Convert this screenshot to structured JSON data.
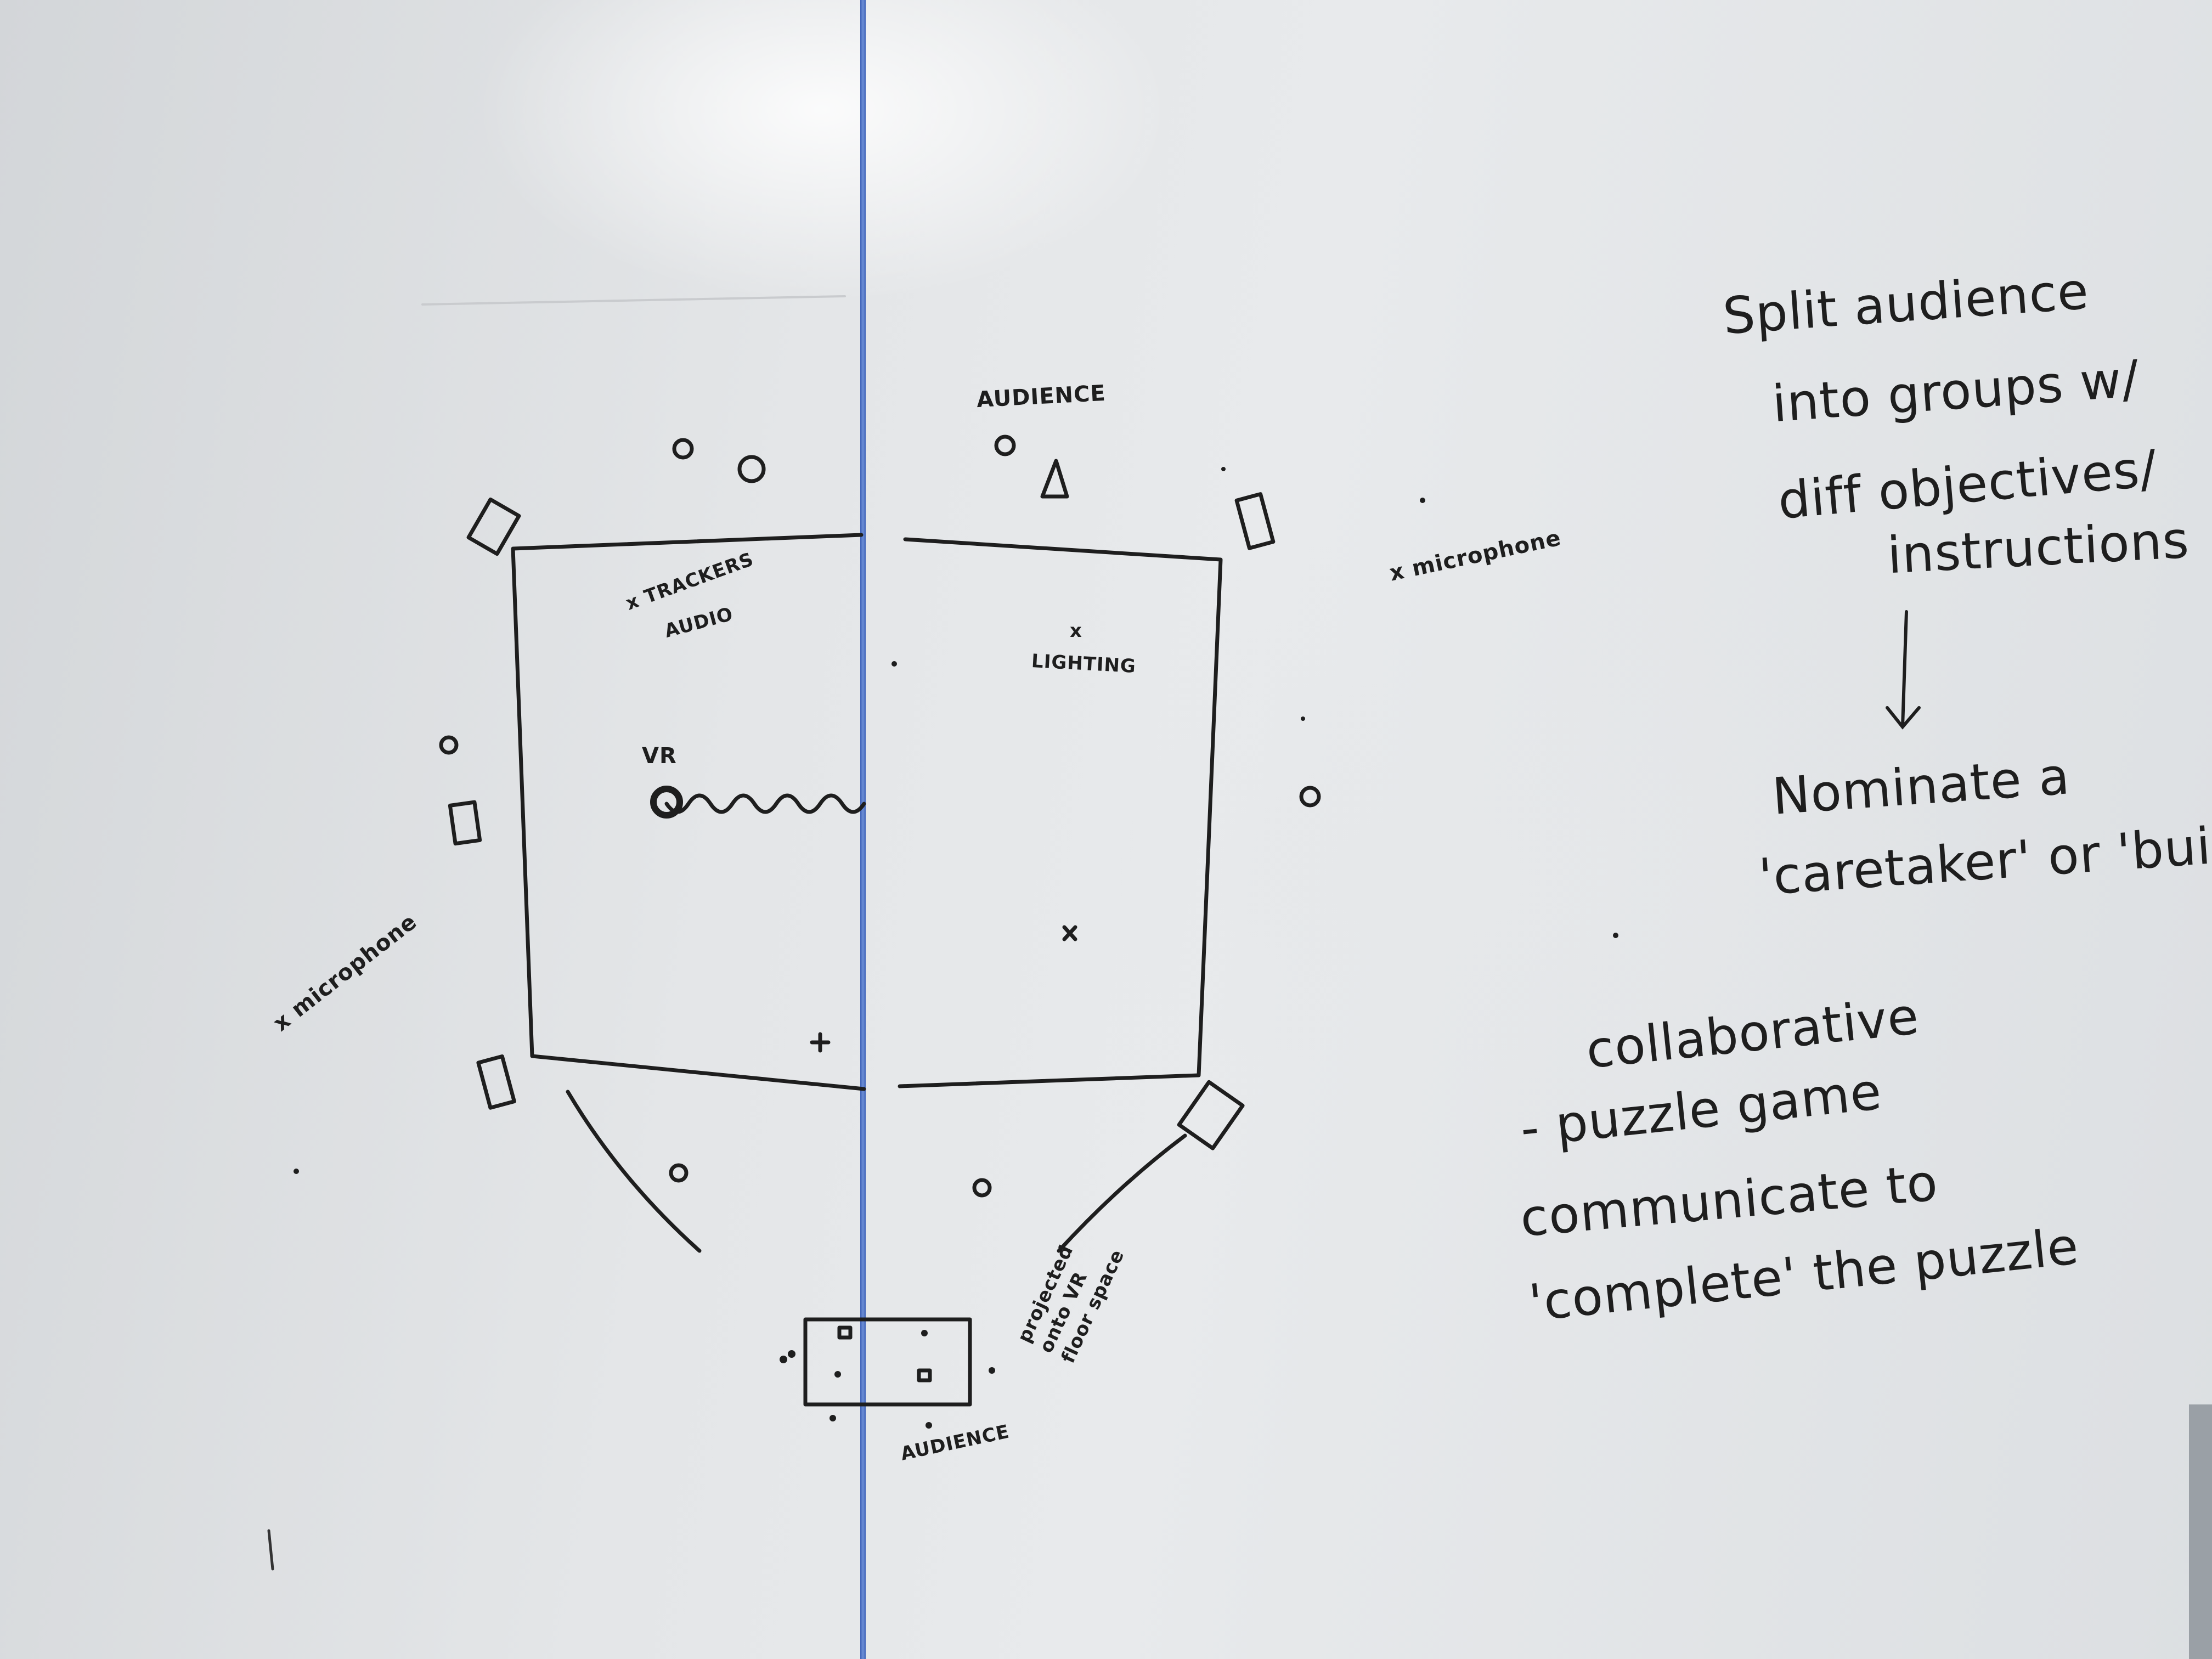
{
  "board": {
    "diagram_labels": {
      "audience_top": "AUDIENCE",
      "trackers": "x TRACKERS",
      "audio": "AUDIO",
      "lighting_mark": "x",
      "lighting": "LIGHTING",
      "vr": "VR",
      "microphone_right": "x microphone",
      "microphone_left": "x microphone",
      "projected": "projected onto VR floor space",
      "audience_bottom": "AUDIENCE"
    },
    "notes": {
      "line1": "Split audience",
      "line2": "into groups w/",
      "line3": "diff objectives/",
      "line4": "instructions",
      "line5": "Nominate a",
      "line6": "'caretaker' or 'builder'",
      "line7": "collaborative",
      "line8": "- puzzle game",
      "line9": "communicate to",
      "line10": "'complete' the puzzle"
    },
    "ink_color": "#1e1e1e",
    "seam_color": "#3f63b8"
  }
}
